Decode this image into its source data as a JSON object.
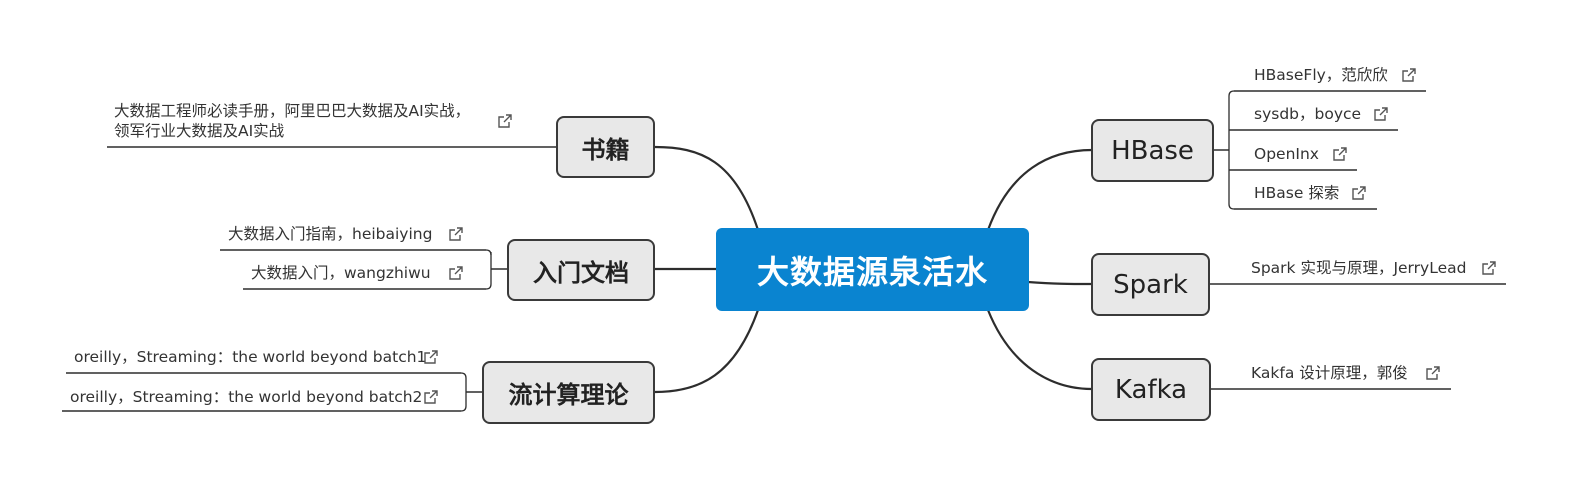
{
  "root": {
    "label": "大数据源泉活水"
  },
  "left_topics": [
    {
      "label": "书籍",
      "leaves": [
        {
          "label": "大数据工程师必读手册，阿里巴巴大数据及AI实战，领军行业大数据及AI实战"
        }
      ]
    },
    {
      "label": "入门文档",
      "leaves": [
        {
          "label": "大数据入门指南，heibaiying"
        },
        {
          "label": "大数据入门，wangzhiwu"
        }
      ]
    },
    {
      "label": "流计算理论",
      "leaves": [
        {
          "label": "oreilly，Streaming：the world beyond batch1"
        },
        {
          "label": "oreilly，Streaming：the world beyond batch2"
        }
      ]
    }
  ],
  "right_topics": [
    {
      "label": "HBase",
      "leaves": [
        {
          "label": "HBaseFly，范欣欣"
        },
        {
          "label": "sysdb，boyce"
        },
        {
          "label": "OpenInx"
        },
        {
          "label": "HBase 探索"
        }
      ]
    },
    {
      "label": "Spark",
      "leaves": [
        {
          "label": "Spark 实现与原理，JerryLead"
        }
      ]
    },
    {
      "label": "Kafka",
      "leaves": [
        {
          "label": "Kakfa 设计原理，郭俊"
        }
      ]
    }
  ],
  "colors": {
    "root_fill": "#0a84d0",
    "topic_fill": "#e8e8e8",
    "line": "#2d2d2d"
  },
  "icons": {
    "link": "external-link-icon"
  }
}
